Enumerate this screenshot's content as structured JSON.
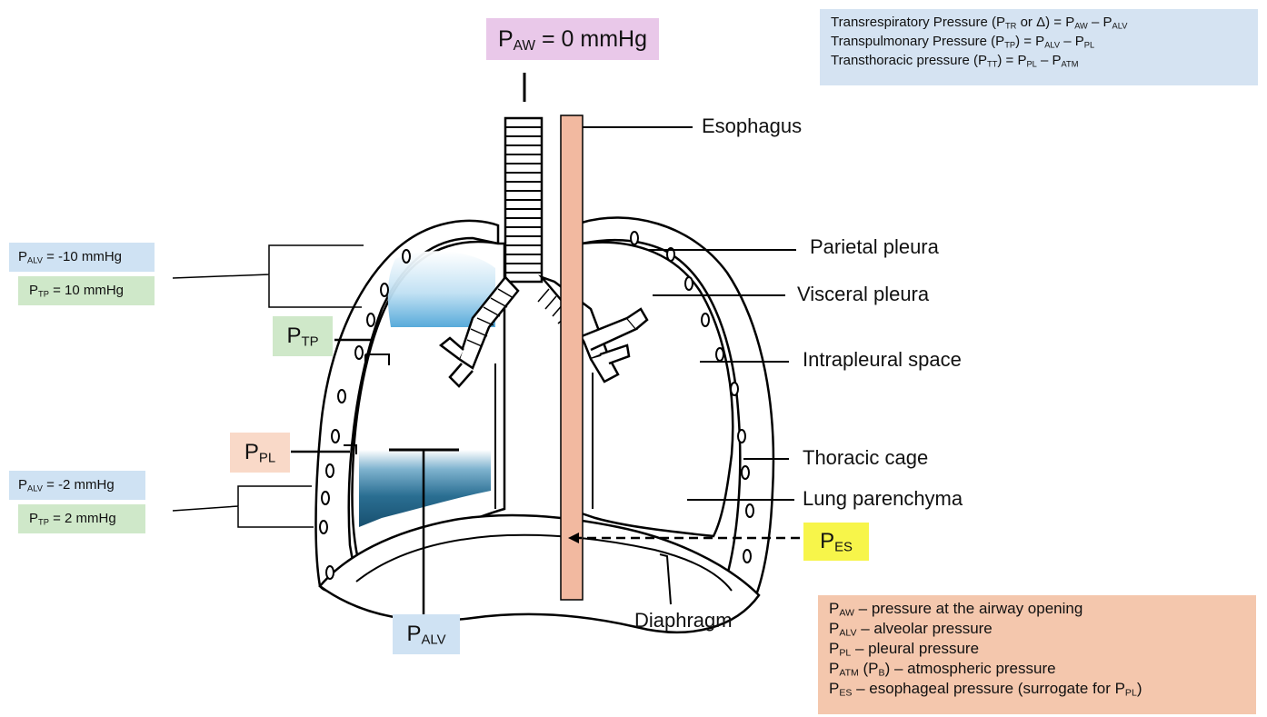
{
  "top_label": {
    "main": "P",
    "sub": "AW",
    "rest": " = 0 mmHg",
    "bg": "#e9c8e9"
  },
  "formulas": [
    {
      "a": "Transrespiratory Pressure (P",
      "a_sub": "TR",
      "b": " or Δ) = P",
      "b_sub": "AW",
      "c": " – P",
      "c_sub": "ALV"
    },
    {
      "a": "Transpulmonary Pressure (P",
      "a_sub": "TP",
      "b": ") = P",
      "b_sub": "ALV",
      "c": " – P",
      "c_sub": "PL"
    },
    {
      "a": "Transthoracic pressure (P",
      "a_sub": "TT",
      "b": ") = P",
      "b_sub": "PL",
      "c": " – P",
      "c_sub": "ATM"
    }
  ],
  "anatomy_labels": {
    "esophagus": "Esophagus",
    "parietal": "Parietal pleura",
    "visceral": "Visceral pleura",
    "intrapleural": "Intrapleural space",
    "thoracic": "Thoracic cage",
    "parenchyma": "Lung parenchyma",
    "diaphragm": "Diaphragm"
  },
  "upper_values": {
    "alv": {
      "p": "P",
      "sub": "ALV",
      "rest": " = -10 mmHg"
    },
    "tp": {
      "p": "P",
      "sub": "TP",
      "rest": " = 10 mmHg"
    }
  },
  "lower_values": {
    "alv": {
      "p": "P",
      "sub": "ALV",
      "rest": " = -2 mmHg"
    },
    "tp": {
      "p": "P",
      "sub": "TP",
      "rest": " = 2 mmHg"
    }
  },
  "markers": {
    "ptp": {
      "p": "P",
      "sub": "TP"
    },
    "ppl": {
      "p": "P",
      "sub": "PL"
    },
    "palv": {
      "p": "P",
      "sub": "ALV"
    },
    "pes": {
      "p": "P",
      "sub": "ES"
    }
  },
  "legend": [
    {
      "p": "P",
      "sub": "AW",
      "text": " – pressure at the airway opening"
    },
    {
      "p": "P",
      "sub": "ALV",
      "text": " – alveolar pressure"
    },
    {
      "p": "P",
      "sub": "PL",
      "text": " – pleural pressure"
    },
    {
      "p": "P",
      "sub": "ATM",
      "text": " (P",
      "sub2": "B",
      "text2": ") – atmospheric pressure"
    },
    {
      "p": "P",
      "sub": "ES",
      "text": " – esophageal pressure (surrogate for P",
      "sub2": "PL",
      "text2": ")"
    }
  ],
  "colors": {
    "esophagus": "#f2b9a0",
    "alveolar_light": "#a9d1ec",
    "alveolar_dark": "#1d5f82",
    "formula_bg": "#d5e3f2",
    "legend_bg": "#f4c7ad"
  }
}
